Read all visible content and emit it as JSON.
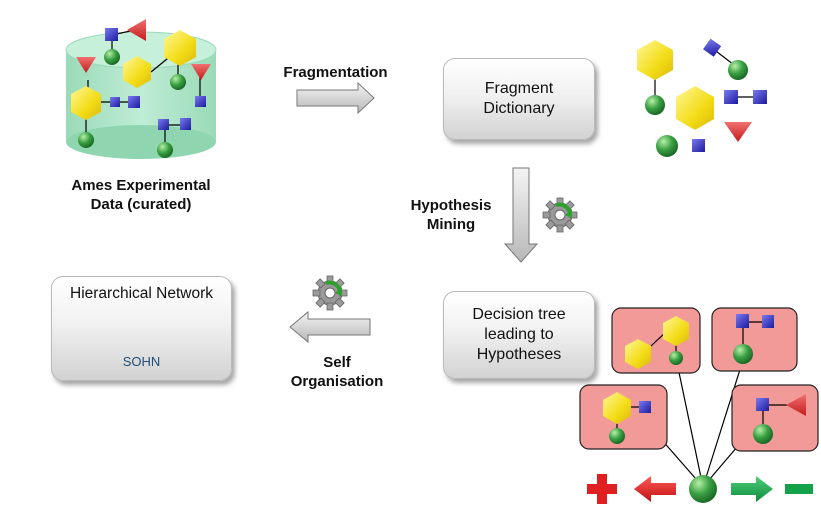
{
  "labels": {
    "ames": "Ames Experimental\nData (curated)",
    "fragmentation": "Fragmentation",
    "hypothesis_mining": "Hypothesis\nMining",
    "self_organisation": "Self\nOrganisation"
  },
  "boxes": {
    "fragment_dictionary": "Fragment\nDictionary",
    "decision_tree": "Decision tree\nleading to\nHypotheses",
    "network_title": "Hierarchical Network",
    "network_subtitle": "SOHN"
  },
  "colors": {
    "hexagon": "#f5e21a",
    "ball": "#2e9b3c",
    "square": "#2323b8",
    "triangle": "#e0282e",
    "node_box": "#f29a98",
    "plus": "#e02020",
    "minus": "#13a24a",
    "cylinder": "#a6e0c2"
  },
  "icons": [
    "gear-icon",
    "gear-icon",
    "plus-icon",
    "minus-icon",
    "arrow-left-red-icon",
    "arrow-right-green-icon"
  ]
}
